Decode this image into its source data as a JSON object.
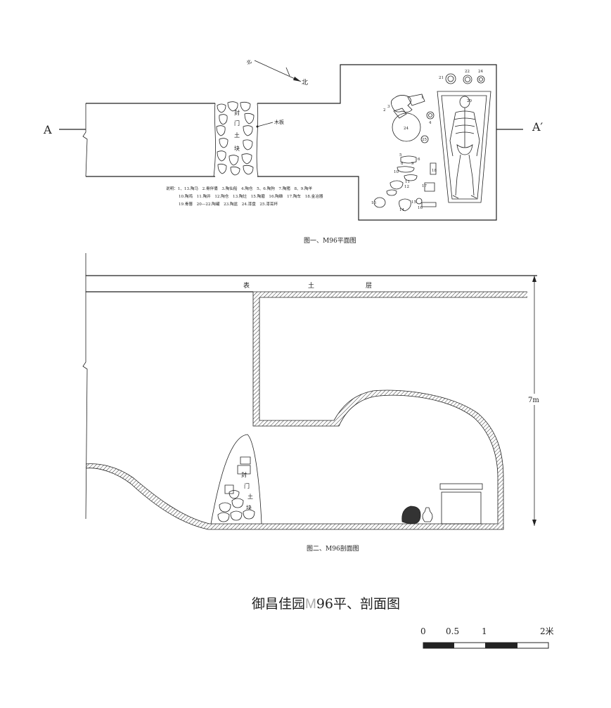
{
  "plan": {
    "section_left": "A",
    "section_right": "A′",
    "north_small": "北",
    "north": "北",
    "board_label": "木板",
    "seal_chars": [
      "封",
      "门",
      "土",
      "块"
    ],
    "legend_lines": [
      "说明：1、13.陶马　2.骨伴俑　3.陶仙船　4.陶仓　5、6.陶狗　7.陶猪　8、9.陶羊",
      "10.陶鸡　11.陶井　12.陶仓　13.陶灶　15.陶磨　16.陶碓　17.陶车　18.金冶器",
      "19.骨簪　20—22.陶罐　23.陶盆　24.漆盘　25.漆耳杯"
    ],
    "object_numbers": [
      "1",
      "2",
      "3",
      "4",
      "5",
      "6",
      "8",
      "9",
      "10",
      "11",
      "12",
      "13",
      "14",
      "15",
      "16",
      "17",
      "18",
      "19",
      "20",
      "21",
      "22",
      "24",
      "25"
    ],
    "caption": "图一、M96平面图"
  },
  "section": {
    "topsoil": [
      "表",
      "土",
      "层"
    ],
    "depth": "7m",
    "seal_chars": [
      "封",
      "门",
      "土",
      "块"
    ],
    "caption": "图二、M96剖面图"
  },
  "title": {
    "main": "御昌佳园",
    "m_letter": "M",
    "suffix": "96平、剖面图"
  },
  "scale": {
    "ticks": [
      "0",
      "0.5",
      "1",
      "2米"
    ]
  }
}
